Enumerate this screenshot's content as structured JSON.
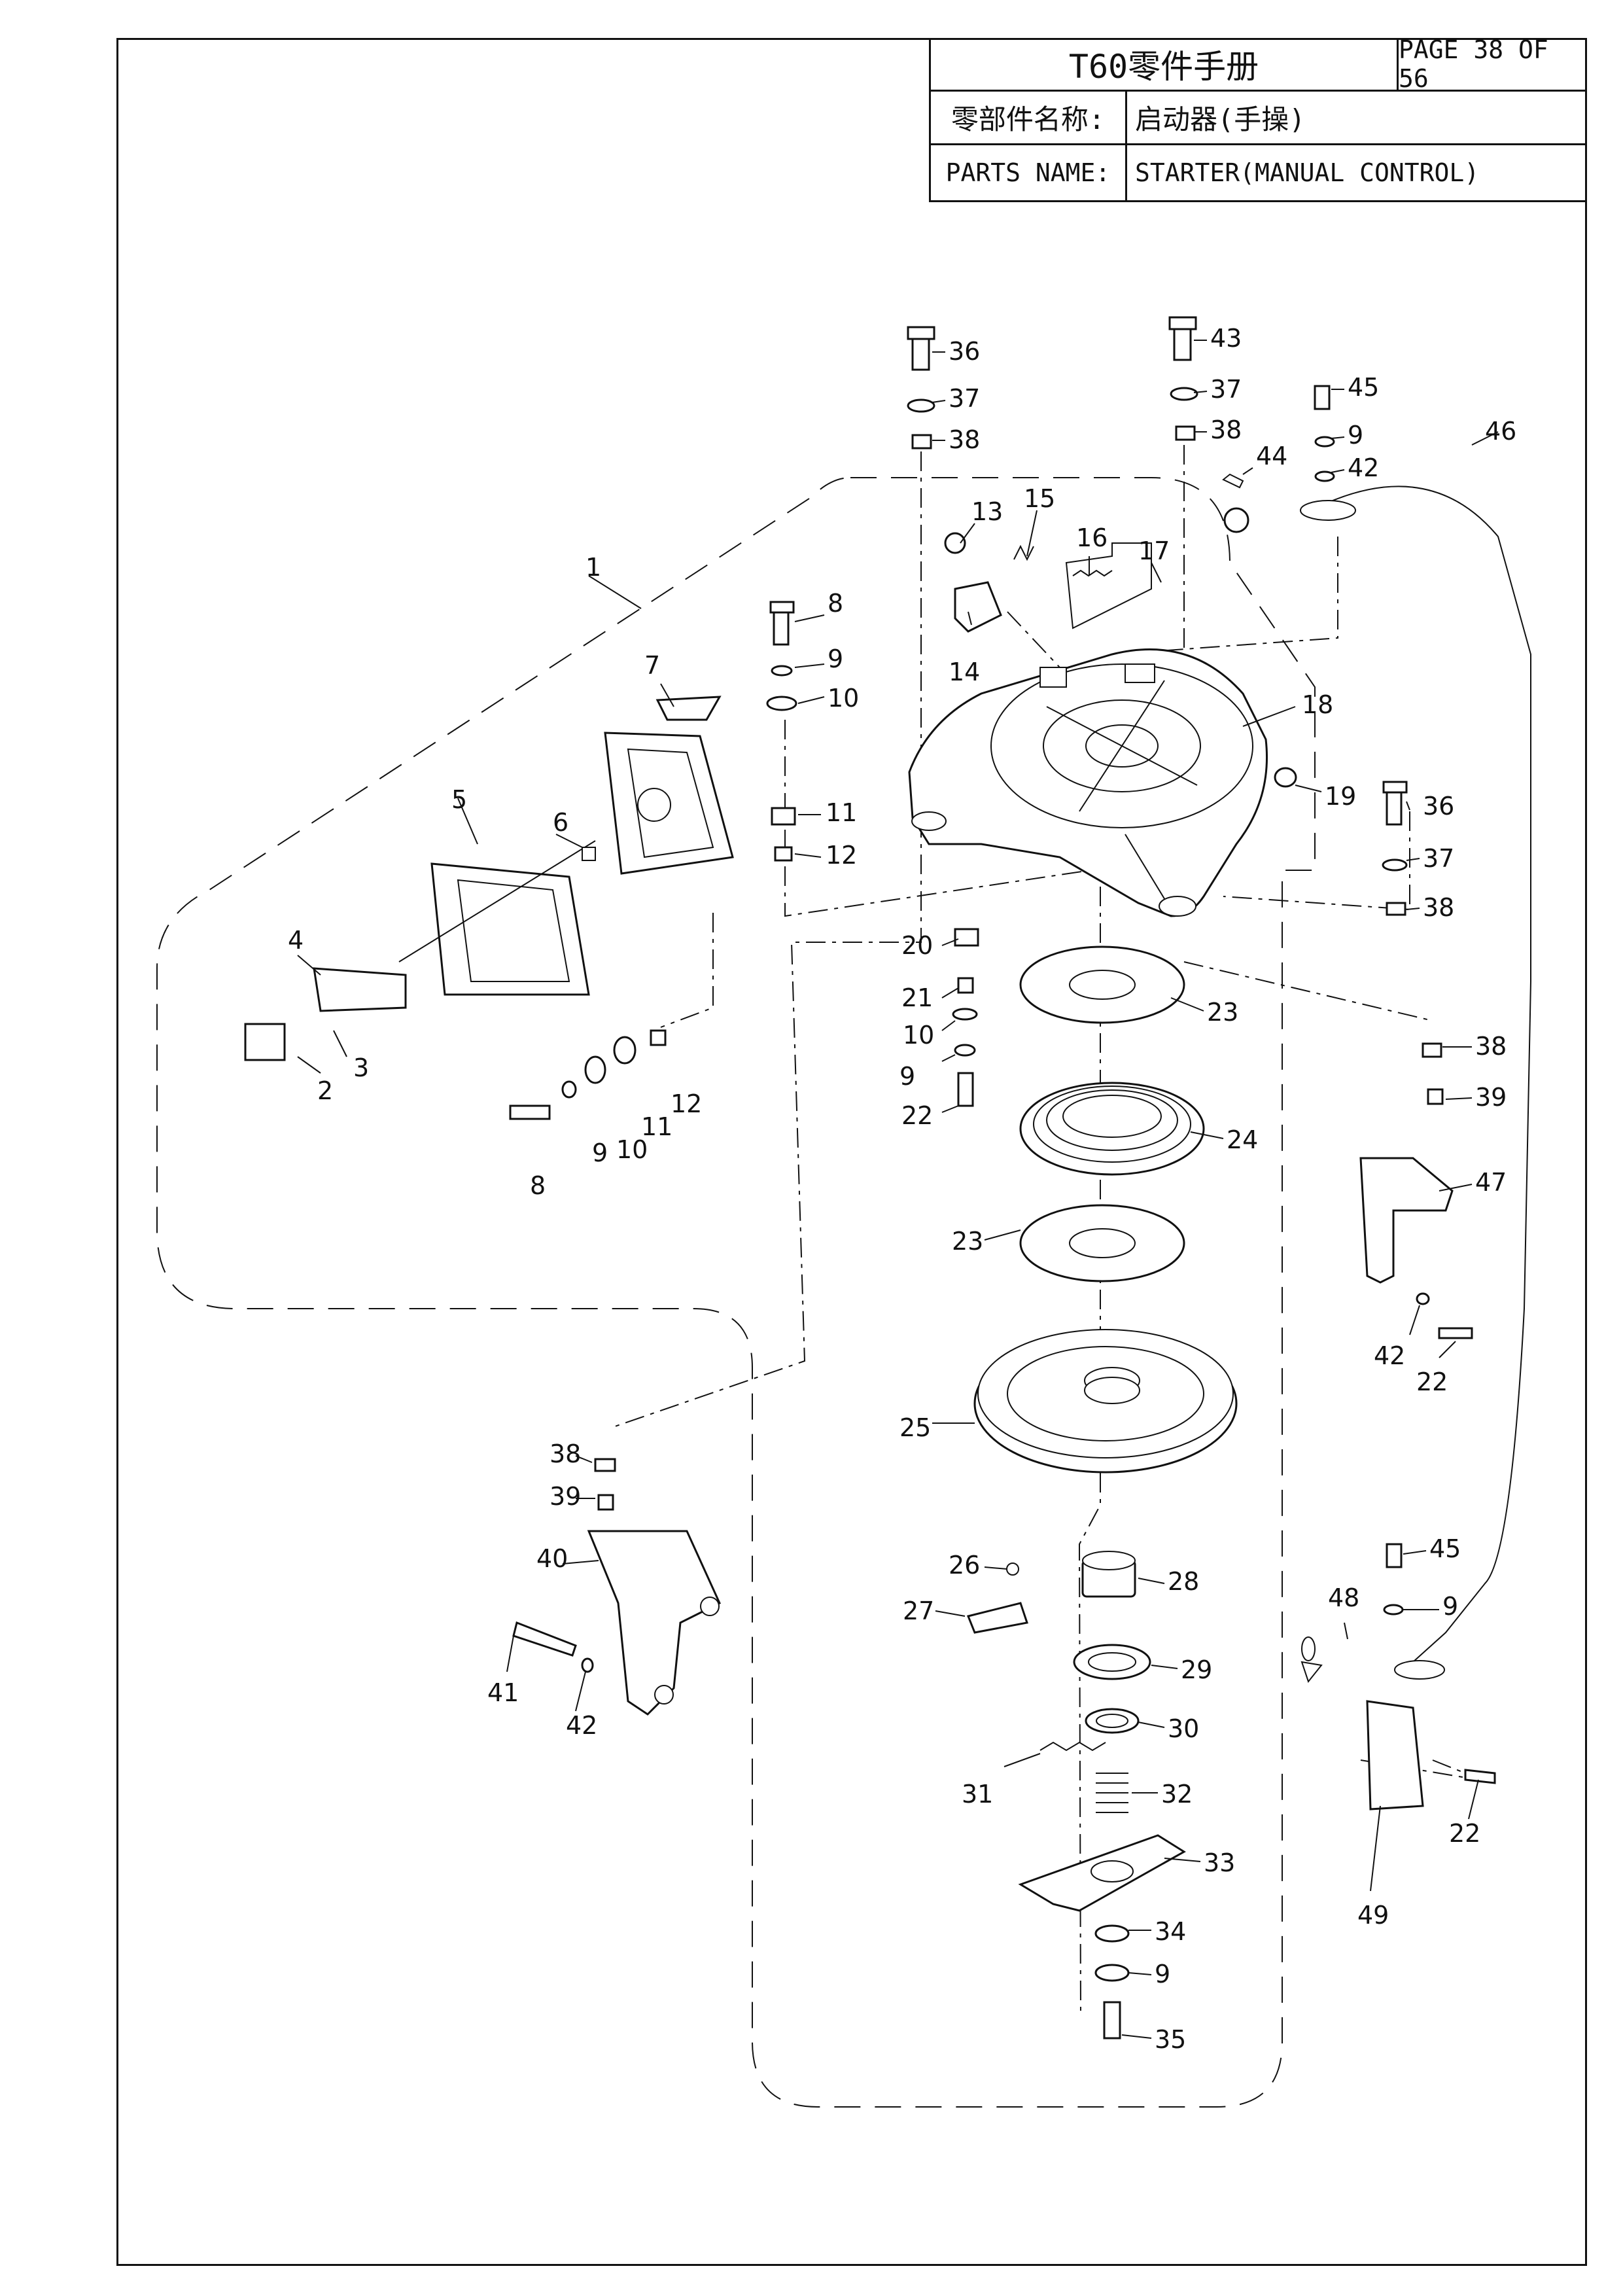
{
  "title_block": {
    "manual_title": "T60零件手册",
    "page": "PAGE 38 OF 56",
    "name_label_cn": "零部件名称:",
    "name_value_cn": "启动器(手操)",
    "name_label_en": "PARTS NAME:",
    "name_value_en": "STARTER(MANUAL CONTROL)"
  },
  "callouts": {
    "c1": "1",
    "c2": "2",
    "c3": "3",
    "c4": "4",
    "c5": "5",
    "c6": "6",
    "c7": "7",
    "c8a": "8",
    "c8b": "8",
    "c9a": "9",
    "c9b": "9",
    "c9c": "9",
    "c9d": "9",
    "c9e": "9",
    "c9f": "9",
    "c10a": "10",
    "c10b": "10",
    "c10c": "10",
    "c11a": "11",
    "c11b": "11",
    "c12a": "12",
    "c12b": "12",
    "c13": "13",
    "c14": "14",
    "c15": "15",
    "c16": "16",
    "c17": "17",
    "c18": "18",
    "c19": "19",
    "c20": "20",
    "c21": "21",
    "c22a": "22",
    "c22b": "22",
    "c22c": "22",
    "c23a": "23",
    "c23b": "23",
    "c24": "24",
    "c25": "25",
    "c26": "26",
    "c27": "27",
    "c28": "28",
    "c29": "29",
    "c30": "30",
    "c31": "31",
    "c32": "32",
    "c33": "33",
    "c34": "34",
    "c35": "35",
    "c36a": "36",
    "c36b": "36",
    "c37a": "37",
    "c37b": "37",
    "c37c": "37",
    "c38a": "38",
    "c38b": "38",
    "c38c": "38",
    "c38d": "38",
    "c38e": "38",
    "c39a": "39",
    "c39b": "39",
    "c40": "40",
    "c41": "41",
    "c42a": "42",
    "c42b": "42",
    "c42c": "42",
    "c43": "43",
    "c44": "44",
    "c45a": "45",
    "c45b": "45",
    "c46": "46",
    "c47": "47",
    "c48": "48",
    "c49": "49"
  }
}
